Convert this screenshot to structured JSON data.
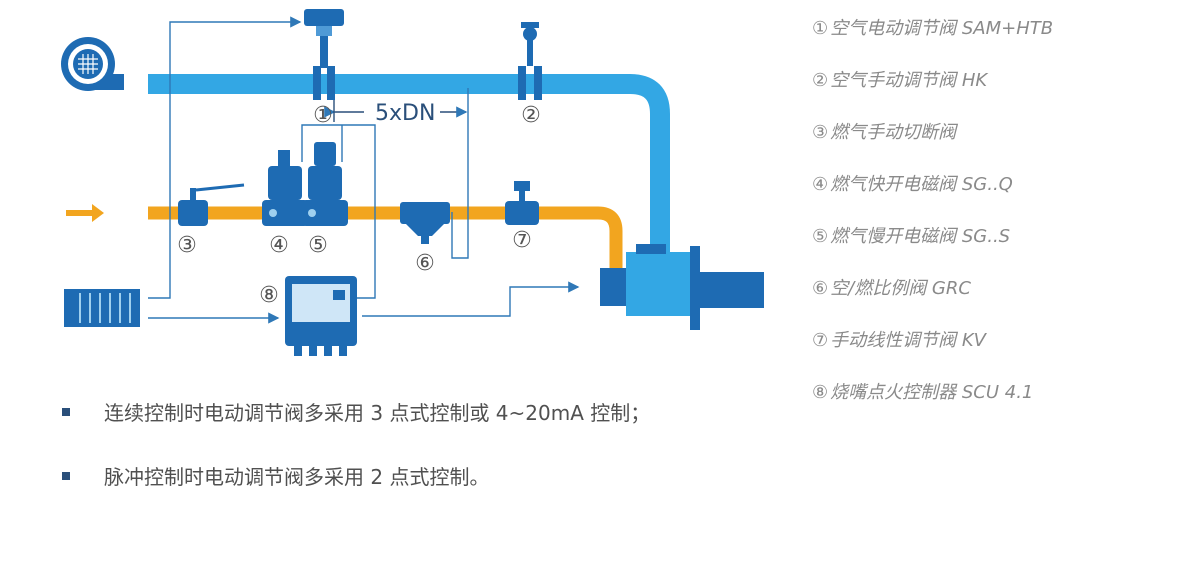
{
  "diagram": {
    "dimension_label": "5xDN",
    "markers": [
      "①",
      "②",
      "③",
      "④",
      "⑤",
      "⑥",
      "⑦",
      "⑧"
    ]
  },
  "legend": [
    {
      "num": "①",
      "text": "空气电动调节阀 SAM+HTB"
    },
    {
      "num": "②",
      "text": "空气手动调节阀 HK"
    },
    {
      "num": "③",
      "text": "燃气手动切断阀"
    },
    {
      "num": "④",
      "text": "燃气快开电磁阀 SG..Q"
    },
    {
      "num": "⑤",
      "text": "燃气慢开电磁阀 SG..S"
    },
    {
      "num": "⑥",
      "text": "空/燃比例阀 GRC"
    },
    {
      "num": "⑦",
      "text": "手动线性调节阀 KV"
    },
    {
      "num": "⑧",
      "text": "烧嘴点火控制器 SCU 4.1"
    }
  ],
  "bullets": [
    "连续控制时电动调节阀多采用 3 点式控制或 4~20mA 控制；",
    "脉冲控制时电动调节阀多采用 2 点式控制。"
  ],
  "colors": {
    "air_pipe": "#33a7e4",
    "gas_pipe": "#f2a51f",
    "equipment": "#1e6bb3",
    "signal_line": "#2f78b7"
  }
}
